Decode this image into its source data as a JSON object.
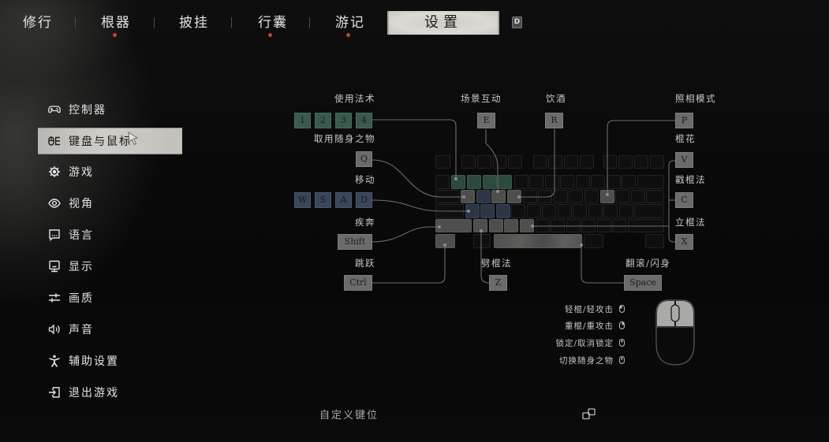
{
  "nav": {
    "tabs": [
      {
        "label": "修行",
        "notification_dot": false
      },
      {
        "label": "根器",
        "notification_dot": true
      },
      {
        "label": "披挂",
        "notification_dot": false
      },
      {
        "label": "行囊",
        "notification_dot": true
      },
      {
        "label": "游记",
        "notification_dot": true
      },
      {
        "label": "设置",
        "active": true
      }
    ],
    "next_tab_hotkey": "D"
  },
  "sidebar": {
    "active_index": 1,
    "items": [
      {
        "label": "控制器",
        "icon": "gamepad-icon"
      },
      {
        "label": "键盘与鼠标",
        "icon": "keyboard-mouse-icon"
      },
      {
        "label": "游戏",
        "icon": "gear-icon"
      },
      {
        "label": "视角",
        "icon": "eye-icon"
      },
      {
        "label": "语言",
        "icon": "chat-bubble-icon"
      },
      {
        "label": "显示",
        "icon": "monitor-icon"
      },
      {
        "label": "画质",
        "icon": "sliders-icon"
      },
      {
        "label": "声音",
        "icon": "speaker-icon"
      },
      {
        "label": "辅助设置",
        "icon": "accessibility-icon"
      },
      {
        "label": "退出游戏",
        "icon": "exit-icon"
      }
    ]
  },
  "bindings": {
    "cast_spell": {
      "label": "使用法术",
      "keys": [
        "1",
        "2",
        "3",
        "4"
      ]
    },
    "use_item": {
      "label": "取用随身之物",
      "key": "Q"
    },
    "move": {
      "label": "移动",
      "keys": [
        "W",
        "S",
        "A",
        "D"
      ]
    },
    "sprint": {
      "label": "疾奔",
      "key": "Shift"
    },
    "jump": {
      "label": "跳跃",
      "key": "Ctrl"
    },
    "interact": {
      "label": "场景互动",
      "key": "E"
    },
    "drink": {
      "label": "饮酒",
      "key": "R"
    },
    "photo_mode": {
      "label": "照相模式",
      "key": "P"
    },
    "staff_spin": {
      "label": "棍花",
      "key": "V"
    },
    "thrust_stance": {
      "label": "戳棍法",
      "key": "C"
    },
    "pillar_stance": {
      "label": "立棍法",
      "key": "X"
    },
    "smash_stance": {
      "label": "劈棍法",
      "key": "Z"
    },
    "roll_dodge": {
      "label": "翻滚/闪身",
      "key": "Space"
    }
  },
  "mouse_bindings": [
    {
      "label": "轻棍/轻攻击",
      "button": "left-click"
    },
    {
      "label": "重棍/重攻击",
      "button": "right-click"
    },
    {
      "label": "锁定/取消锁定",
      "button": "middle-click"
    },
    {
      "label": "切换随身之物",
      "button": "scroll-wheel"
    }
  ],
  "keyboard_diagram": {
    "keys": [
      [
        552,
        197,
        19,
        17,
        ""
      ],
      [
        585,
        197,
        18,
        17,
        ""
      ],
      [
        605,
        197,
        18,
        17,
        ""
      ],
      [
        625,
        197,
        17,
        17,
        ""
      ],
      [
        644,
        197,
        18,
        17,
        ""
      ],
      [
        676,
        197,
        17,
        17,
        ""
      ],
      [
        695,
        197,
        18,
        17,
        ""
      ],
      [
        715,
        197,
        18,
        17,
        ""
      ],
      [
        735,
        197,
        18,
        17,
        ""
      ],
      [
        765,
        197,
        17,
        17,
        ""
      ],
      [
        784,
        197,
        18,
        17,
        ""
      ],
      [
        804,
        197,
        18,
        17,
        ""
      ],
      [
        824,
        197,
        18,
        17,
        ""
      ],
      [
        552,
        222,
        18,
        18,
        ""
      ],
      [
        572,
        222,
        18,
        18,
        "g"
      ],
      [
        592,
        222,
        18,
        18,
        "g"
      ],
      [
        612,
        222,
        18,
        18,
        "g"
      ],
      [
        631,
        222,
        18,
        18,
        "g"
      ],
      [
        652,
        222,
        18,
        18,
        ""
      ],
      [
        671,
        222,
        18,
        18,
        ""
      ],
      [
        691,
        222,
        18,
        18,
        ""
      ],
      [
        710,
        222,
        18,
        18,
        ""
      ],
      [
        730,
        222,
        18,
        18,
        ""
      ],
      [
        749,
        222,
        18,
        18,
        ""
      ],
      [
        769,
        222,
        18,
        18,
        ""
      ],
      [
        788,
        222,
        18,
        18,
        ""
      ],
      [
        808,
        222,
        34,
        18,
        ""
      ],
      [
        552,
        241,
        30,
        17,
        ""
      ],
      [
        584,
        241,
        18,
        17,
        "m"
      ],
      [
        604,
        241,
        18,
        17,
        "b"
      ],
      [
        623,
        241,
        18,
        17,
        "m"
      ],
      [
        643,
        241,
        18,
        17,
        "m"
      ],
      [
        663,
        241,
        18,
        17,
        ""
      ],
      [
        682,
        241,
        18,
        17,
        ""
      ],
      [
        702,
        241,
        18,
        17,
        ""
      ],
      [
        721,
        241,
        18,
        17,
        ""
      ],
      [
        741,
        241,
        18,
        17,
        ""
      ],
      [
        761,
        241,
        18,
        17,
        "m"
      ],
      [
        780,
        241,
        18,
        17,
        ""
      ],
      [
        800,
        241,
        18,
        17,
        ""
      ],
      [
        819,
        241,
        23,
        17,
        ""
      ],
      [
        552,
        259,
        36,
        18,
        ""
      ],
      [
        590,
        259,
        18,
        18,
        "b"
      ],
      [
        609,
        259,
        18,
        18,
        "b"
      ],
      [
        629,
        259,
        18,
        18,
        "b"
      ],
      [
        648,
        259,
        18,
        18,
        ""
      ],
      [
        668,
        259,
        18,
        18,
        ""
      ],
      [
        687,
        259,
        18,
        18,
        ""
      ],
      [
        707,
        259,
        18,
        18,
        ""
      ],
      [
        726,
        259,
        18,
        18,
        ""
      ],
      [
        746,
        259,
        18,
        18,
        ""
      ],
      [
        765,
        259,
        18,
        18,
        ""
      ],
      [
        785,
        259,
        18,
        18,
        ""
      ],
      [
        804,
        259,
        38,
        18,
        ""
      ],
      [
        552,
        278,
        46,
        17,
        "m"
      ],
      [
        600,
        278,
        18,
        17,
        "m"
      ],
      [
        620,
        278,
        18,
        17,
        "m"
      ],
      [
        639,
        278,
        18,
        17,
        "m"
      ],
      [
        659,
        278,
        18,
        17,
        "m"
      ],
      [
        679,
        278,
        18,
        17,
        ""
      ],
      [
        698,
        278,
        18,
        17,
        ""
      ],
      [
        718,
        278,
        18,
        17,
        ""
      ],
      [
        737,
        278,
        18,
        17,
        ""
      ],
      [
        757,
        278,
        18,
        17,
        ""
      ],
      [
        776,
        278,
        18,
        17,
        ""
      ],
      [
        796,
        278,
        46,
        17,
        ""
      ],
      [
        552,
        297,
        25,
        18,
        "m"
      ],
      [
        600,
        297,
        22,
        18,
        ""
      ],
      [
        626,
        297,
        112,
        18,
        "sp"
      ],
      [
        740,
        297,
        25,
        18,
        ""
      ],
      [
        818,
        297,
        24,
        18,
        ""
      ]
    ]
  },
  "footer": {
    "customize_label": "自定义键位",
    "icon": "window-restore-icon"
  },
  "colors": {
    "background": "#090909",
    "notification_dot": "#b9473b",
    "spell_keys": "#3b5a4d",
    "move_keys": "#3a4659",
    "bound_keys": "#6b6b6b",
    "active_tab": "#d4d2cc"
  }
}
